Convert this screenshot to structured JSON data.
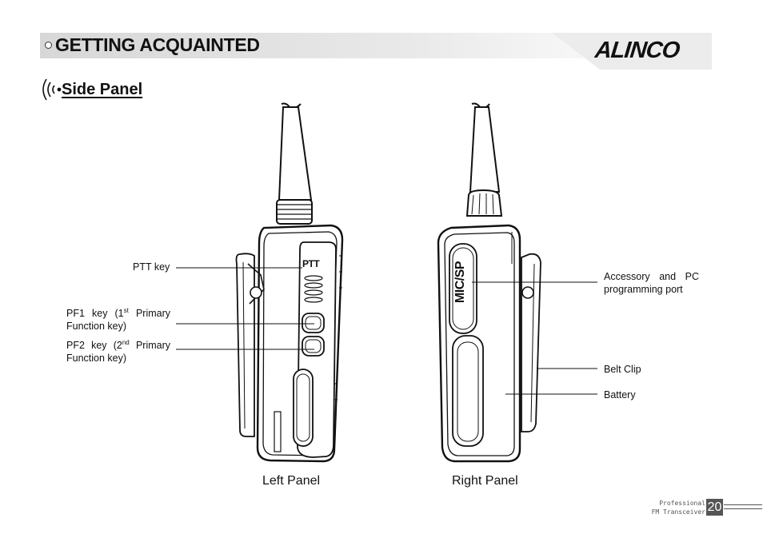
{
  "header": {
    "title": "GETTING ACQUAINTED",
    "brand": "ALINCO"
  },
  "section": {
    "title": "Side Panel"
  },
  "left_panel": {
    "caption": "Left Panel",
    "ptt_key_label": "PTT key",
    "ptt_marking": "PTT",
    "pf1_line1": "PF1 key (1",
    "pf1_sup": "st",
    "pf1_rest": " Primary",
    "pf1_line2": "Function key)",
    "pf2_line1": "PF2 key (2",
    "pf2_sup": "nd",
    "pf2_rest": " Primary",
    "pf2_line2": "Function key)"
  },
  "right_panel": {
    "caption": "Right Panel",
    "jack_marking": "MIC/SP",
    "accessory_line1": "Accessory and PC",
    "accessory_line2": "programming port",
    "belt_clip_label": "Belt Clip",
    "battery_label": "Battery"
  },
  "footer": {
    "line1": "Professional",
    "line2": "FM Transceiver",
    "page_number": "20"
  }
}
